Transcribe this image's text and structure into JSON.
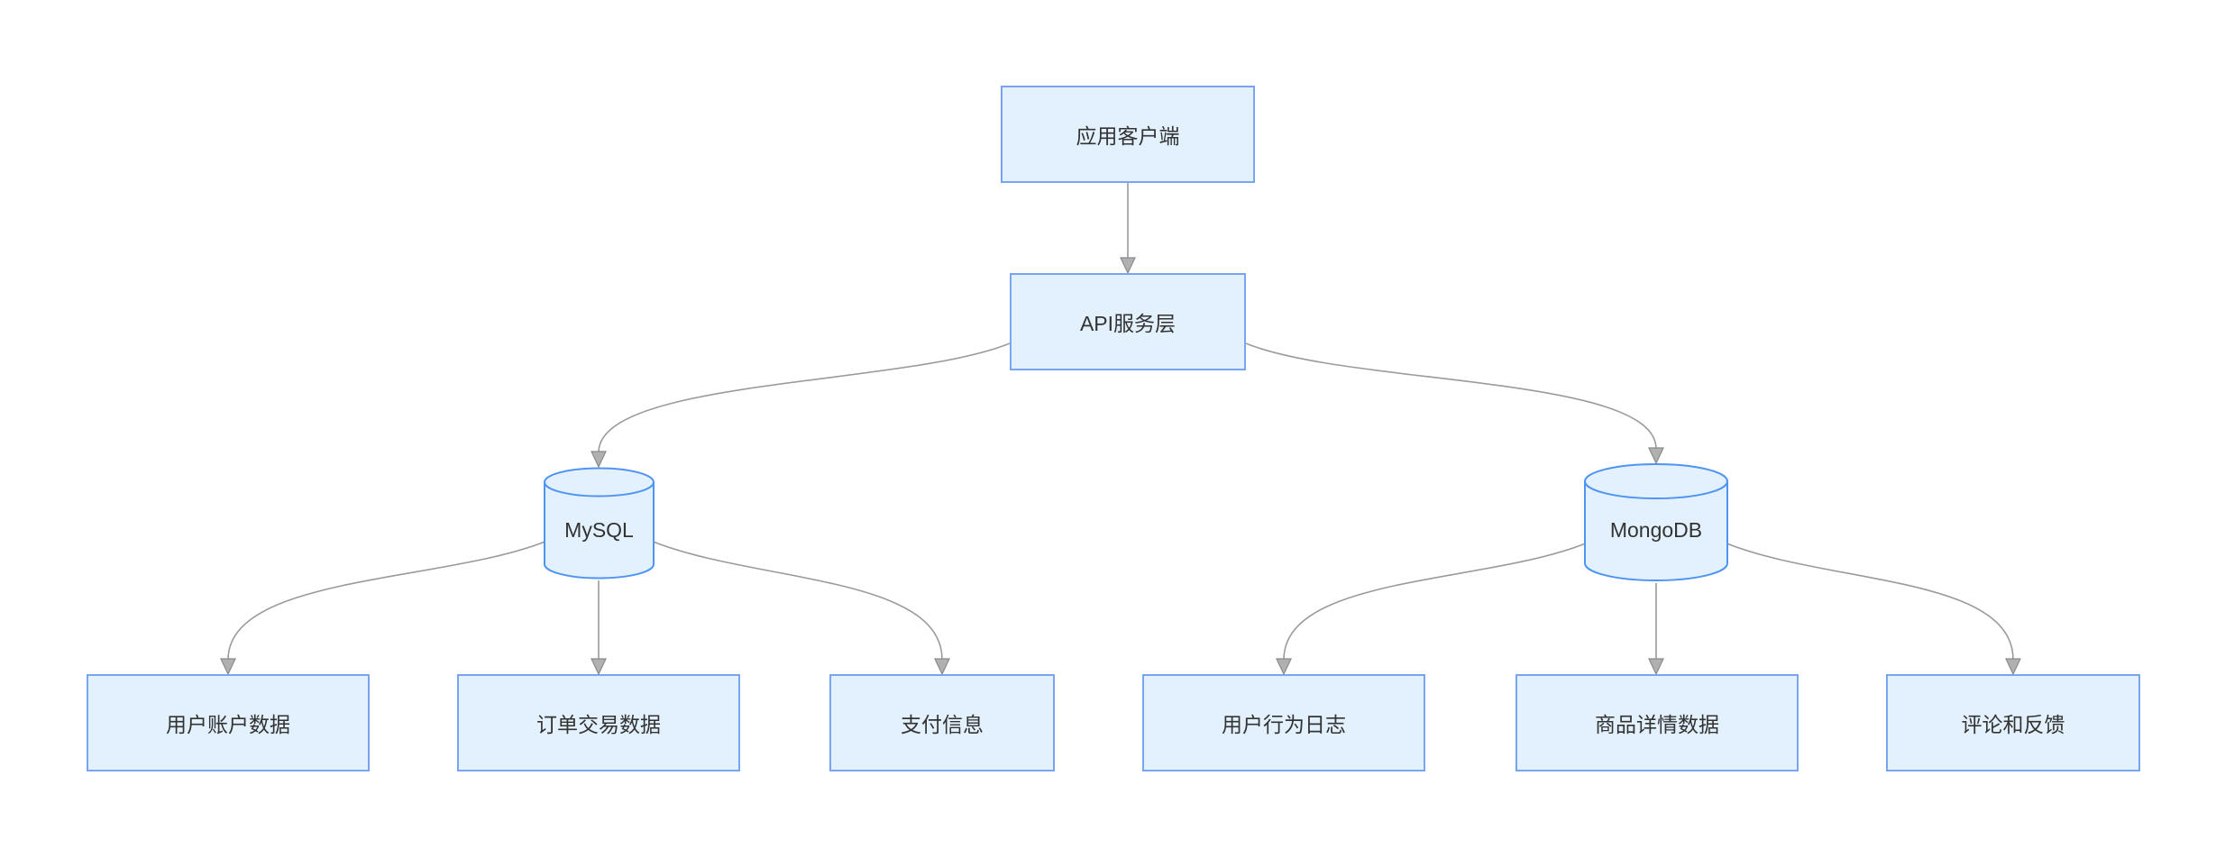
{
  "diagram": {
    "title": "database architecture flowchart",
    "colors": {
      "background": "#ffffff",
      "node_fill": "#e2f1fd",
      "rect_stroke": "#79a5ee",
      "cylinder_stroke": "#4f94f2",
      "edge_stroke": "#9b9b9b",
      "arrowhead_fill": "#b0b0b0",
      "label_color": "#333333"
    },
    "nodes": [
      {
        "id": "app-client",
        "shape": "rectangle",
        "label": "应用客户端"
      },
      {
        "id": "api-layer",
        "shape": "rectangle",
        "label": "API服务层"
      },
      {
        "id": "mysql",
        "shape": "cylinder",
        "label": "MySQL"
      },
      {
        "id": "mongodb",
        "shape": "cylinder",
        "label": "MongoDB"
      },
      {
        "id": "user-account-data",
        "shape": "rectangle",
        "label": "用户账户数据"
      },
      {
        "id": "order-transaction-data",
        "shape": "rectangle",
        "label": "订单交易数据"
      },
      {
        "id": "payment-info",
        "shape": "rectangle",
        "label": "支付信息"
      },
      {
        "id": "user-behavior-log",
        "shape": "rectangle",
        "label": "用户行为日志"
      },
      {
        "id": "product-detail-data",
        "shape": "rectangle",
        "label": "商品详情数据"
      },
      {
        "id": "comments-feedback",
        "shape": "rectangle",
        "label": "评论和反馈"
      }
    ],
    "edges": [
      {
        "from": "app-client",
        "to": "api-layer"
      },
      {
        "from": "api-layer",
        "to": "mysql"
      },
      {
        "from": "api-layer",
        "to": "mongodb"
      },
      {
        "from": "mysql",
        "to": "user-account-data"
      },
      {
        "from": "mysql",
        "to": "order-transaction-data"
      },
      {
        "from": "mysql",
        "to": "payment-info"
      },
      {
        "from": "mongodb",
        "to": "user-behavior-log"
      },
      {
        "from": "mongodb",
        "to": "product-detail-data"
      },
      {
        "from": "mongodb",
        "to": "comments-feedback"
      }
    ]
  }
}
